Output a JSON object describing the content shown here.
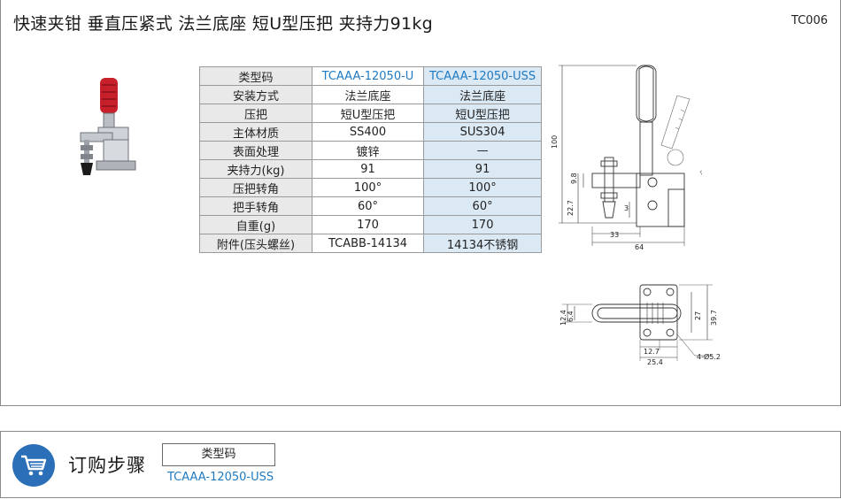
{
  "header": {
    "title": "快速夹钳  垂直压紧式  法兰底座  短U型压把  夹持力91kg",
    "code": "TC006"
  },
  "spec_table": {
    "headers": [
      "类型码",
      "TCAAA-12050-U",
      "TCAAA-12050-USS"
    ],
    "rows": [
      [
        "安装方式",
        "法兰底座",
        "法兰底座"
      ],
      [
        "压把",
        "短U型压把",
        "短U型压把"
      ],
      [
        "主体材质",
        "SS400",
        "SUS304"
      ],
      [
        "表面处理",
        "镀锌",
        "—"
      ],
      [
        "夹持力(kg)",
        "91",
        "91"
      ],
      [
        "压把转角",
        "100°",
        "100°"
      ],
      [
        "把手转角",
        "60°",
        "60°"
      ],
      [
        "自重(g)",
        "170",
        "170"
      ],
      [
        "附件(压头螺丝)",
        "TCABB-14134",
        "14134不锈钢"
      ]
    ]
  },
  "drawing_side": {
    "dims": [
      "100",
      "9.8",
      "22.7",
      "3",
      "33",
      "64"
    ]
  },
  "drawing_top": {
    "dims": [
      "12.4",
      "6.4",
      "27",
      "39.7",
      "12.7",
      "25.4",
      "4-Ø5.2"
    ]
  },
  "order": {
    "icon": "shopping-cart-icon",
    "title": "订购步骤",
    "box_label": "类型码",
    "value": "TCAAA-12050-USS"
  },
  "colors": {
    "accent_blue": "#1f7ac2",
    "cart_bg": "#2a6fb8",
    "handle_red": "#c8202a",
    "table_highlight": "#dbe9f5"
  }
}
